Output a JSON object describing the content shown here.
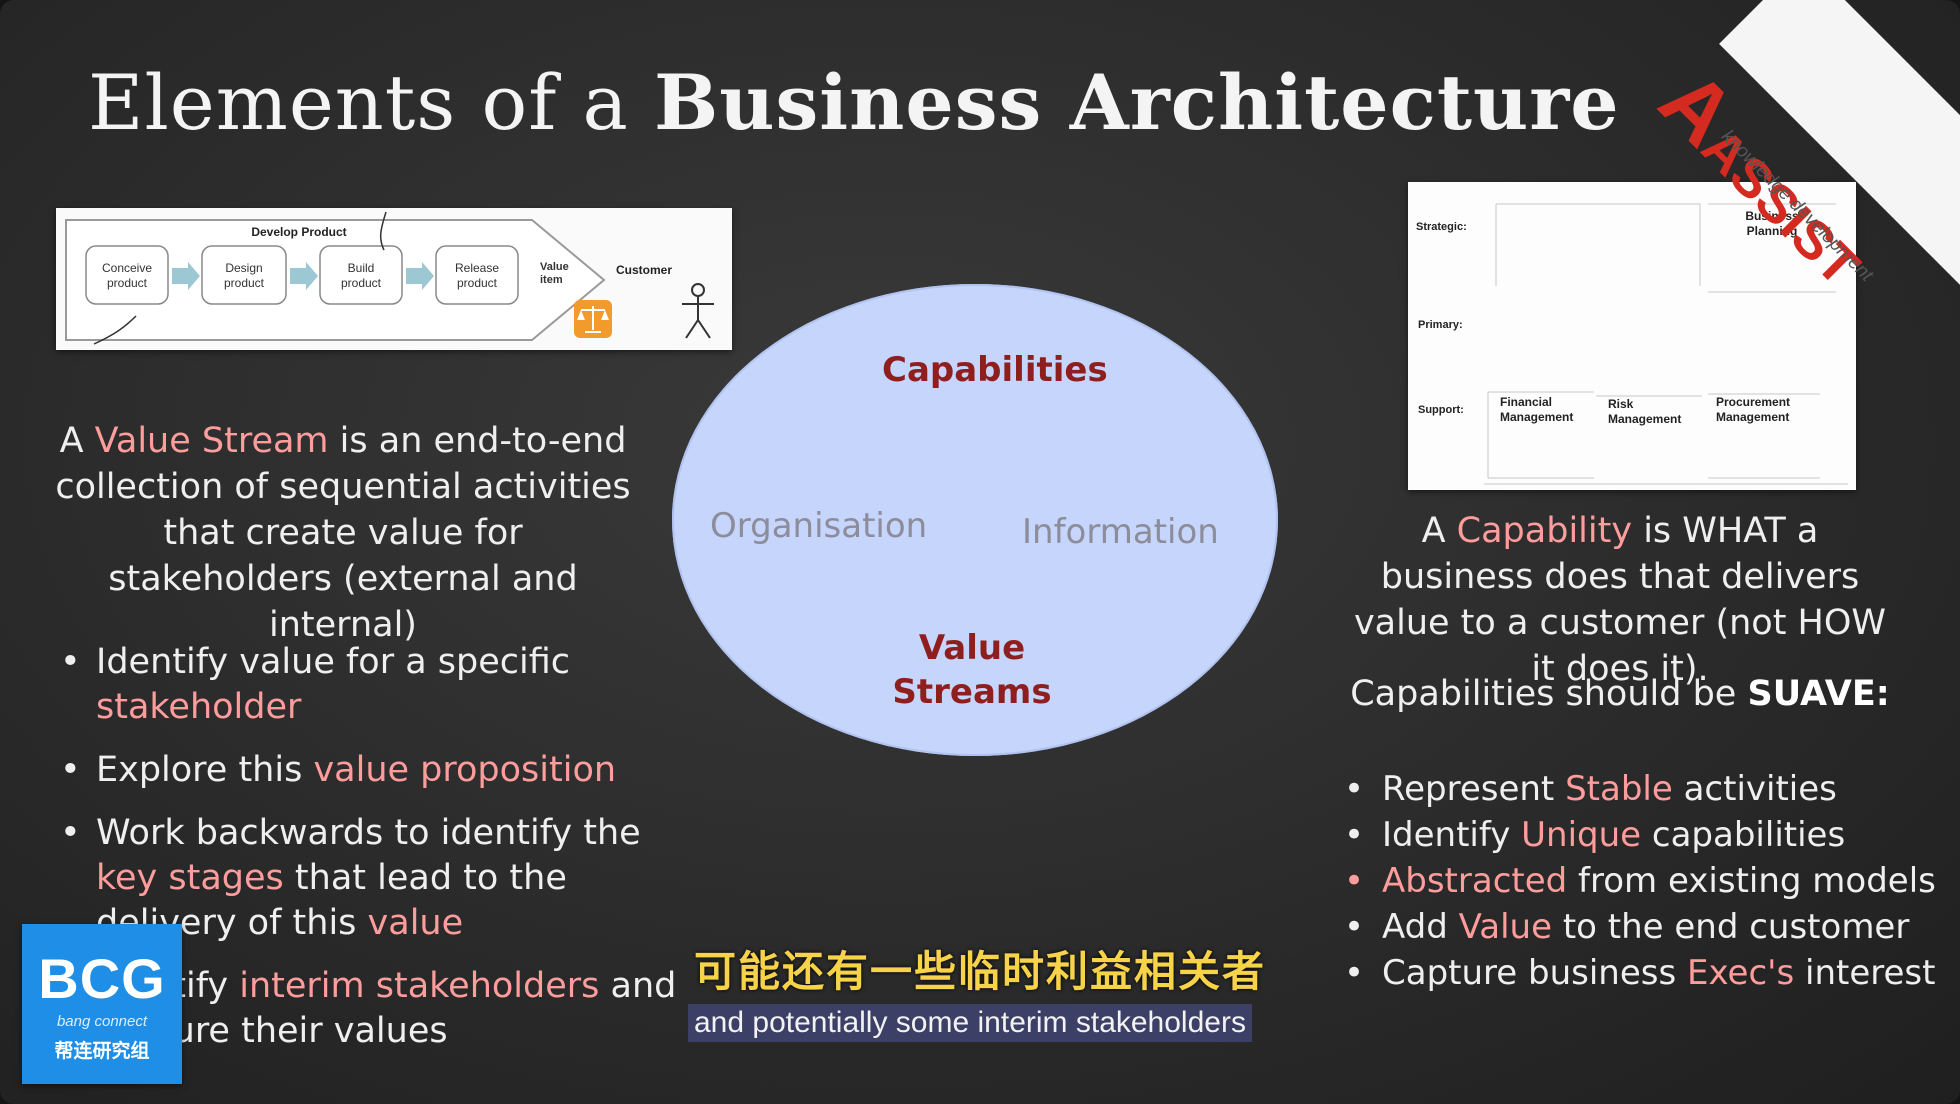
{
  "slide": {
    "title_prefix": "Elements of a ",
    "title_bold": "Business Architecture"
  },
  "value_stream_diagram": {
    "heading": "Develop Product",
    "stages": [
      {
        "line1": "Conceive",
        "line2": "product"
      },
      {
        "line1": "Design",
        "line2": "product"
      },
      {
        "line1": "Build",
        "line2": "product"
      },
      {
        "line1": "Release",
        "line2": "product"
      }
    ],
    "value_item": {
      "line1": "Value",
      "line2": "item"
    },
    "customer": "Customer"
  },
  "value_stream_text": {
    "p1": "A ",
    "term": "Value Stream",
    "p2": " is an end-to-end collection of sequential activities that create value for stakeholders (external and internal)"
  },
  "left_bullets": [
    {
      "a": "Identify value for a specific ",
      "b": "stakeholder",
      "c": ""
    },
    {
      "a": "Explore this ",
      "b": "value proposition",
      "c": ""
    },
    {
      "a": "Work backwards to identify the ",
      "b": "key stages",
      "c": " that lead to the delivery of this ",
      "d": "value"
    },
    {
      "a": "Identify ",
      "b": "interim stakeholders",
      "c": " and capture their values"
    }
  ],
  "ellipse": {
    "top": "Capabilities",
    "left": "Organisation",
    "right": "Information",
    "bottom": "Value Streams"
  },
  "capability_map": {
    "rows": [
      "Strategic:",
      "Primary:",
      "Support:"
    ],
    "strategic_cells": [
      {
        "line1": "Business",
        "line2": "Planning"
      }
    ],
    "support_cells": [
      {
        "line1": "Financial",
        "line2": "Management"
      },
      {
        "line1": "Risk",
        "line2": "Management"
      },
      {
        "line1": "Procurement",
        "line2": "Management"
      }
    ]
  },
  "capability_text": {
    "p1": "A ",
    "term": "Capability",
    "p2": " is WHAT a business does that delivers value to a customer (not HOW it does it)."
  },
  "suave": {
    "prefix": "Capabilities should be ",
    "word": "SUAVE:"
  },
  "right_bullets": [
    {
      "a": "Represent ",
      "b": "Stable",
      "c": " activities"
    },
    {
      "a": "Identify ",
      "b": "Unique",
      "c": " capabilities"
    },
    {
      "a": "",
      "b": "Abstracted",
      "c": " from existing models"
    },
    {
      "a": "Add ",
      "b": "Value",
      "c": " to the end customer"
    },
    {
      "a": "Capture business ",
      "b": "Exec's",
      "c": " interest"
    }
  ],
  "ribbon": {
    "letter": "A",
    "word": "ASSIST",
    "tagline": "knowledge development"
  },
  "subtitles": {
    "chinese": "可能还有一些临时利益相关者",
    "english": "and potentially some interim stakeholders"
  },
  "bcg_logo": {
    "main": "BCG",
    "sub": "bang connect",
    "chinese": "帮连研究组"
  },
  "colors": {
    "board": "#2e2e2e",
    "highlight": "#ff9c9c",
    "ellipse_fill": "#c6d5fb",
    "ellipse_term": "#8f1f1f",
    "subtitle_cn": "#f7d34a",
    "subtitle_bg": "#3c3f66",
    "logo_blue": "#1e8ee6",
    "ribbon_red": "#d42a1f"
  }
}
